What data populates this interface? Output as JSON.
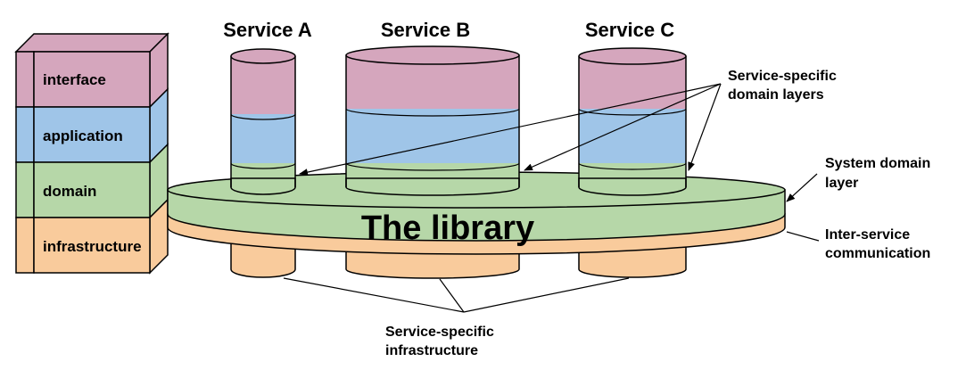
{
  "colors": {
    "interface": "#d5a6bd",
    "application": "#9fc5e8",
    "domain": "#b6d7a8",
    "infrastructure": "#f9cb9c",
    "outline": "#000000"
  },
  "layer_stack": {
    "interface_label": "interface",
    "application_label": "application",
    "domain_label": "domain",
    "infrastructure_label": "infrastructure"
  },
  "services": {
    "a_title": "Service A",
    "b_title": "Service B",
    "c_title": "Service C"
  },
  "library": {
    "title": "The library"
  },
  "annotations": {
    "service_domain_line1": "Service-specific",
    "service_domain_line2": "domain layers",
    "system_domain_line1": "System domain",
    "system_domain_line2": "layer",
    "inter_service_line1": "Inter-service",
    "inter_service_line2": "communication",
    "service_infra_line1": "Service-specific",
    "service_infra_line2": "infrastructure"
  }
}
